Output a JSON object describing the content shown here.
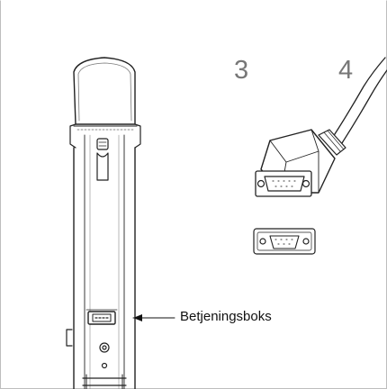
{
  "steps": {
    "left_number": "3",
    "right_number": "4"
  },
  "callout": {
    "label": "Betjeningsboks"
  },
  "components": {
    "stand_column": "column-illustration",
    "cable": "d-sub-cable-illustration",
    "port": "d-sub-port-illustration",
    "control_box": "control-box-illustration"
  }
}
